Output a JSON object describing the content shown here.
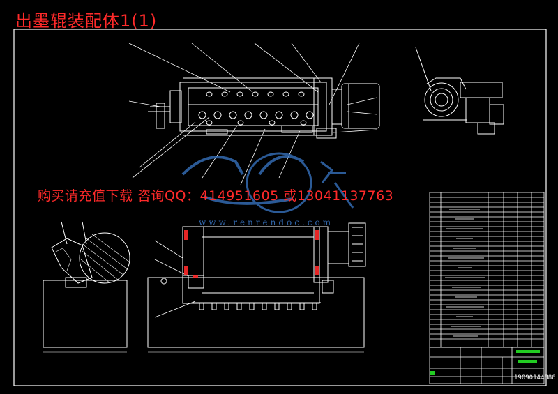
{
  "header": {
    "title": "出墨辊装配体1(1)"
  },
  "overlay": {
    "promo_text": "购买请充值下载 咨询QQ：414951605 或13041137763",
    "watermark_text": "www.renrendoc.com"
  },
  "title_block": {
    "drawing_number": "19090144886"
  },
  "colors": {
    "background": "#000000",
    "lines": "#ffffff",
    "accent_red": "#ff2a2a",
    "accent_green": "#22cc22",
    "watermark_blue": "#3a78c8"
  }
}
